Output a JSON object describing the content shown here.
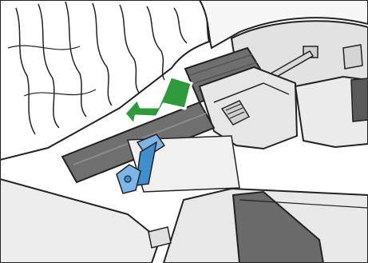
{
  "illustration": {
    "subject": "scanner-feed-roller-removal",
    "components": {
      "paper_stack": "paper-stack",
      "feed_roller": "feed-roller",
      "roller_cover": "roller-cover",
      "release_lever": "release-lever",
      "shaft": "roller-shaft",
      "arrow": "direction-arrow"
    },
    "colors": {
      "outline": "#222222",
      "body": "#e6e6e6",
      "body_light": "#f2f2f2",
      "shadow": "#c9c9c9",
      "roller": "#6f6f6f",
      "lever_blue": "#3f8fcf",
      "lever_light": "#7db6e6",
      "arrow_green": "#2f9a3c",
      "arrow_edge": "#ffffff"
    }
  }
}
